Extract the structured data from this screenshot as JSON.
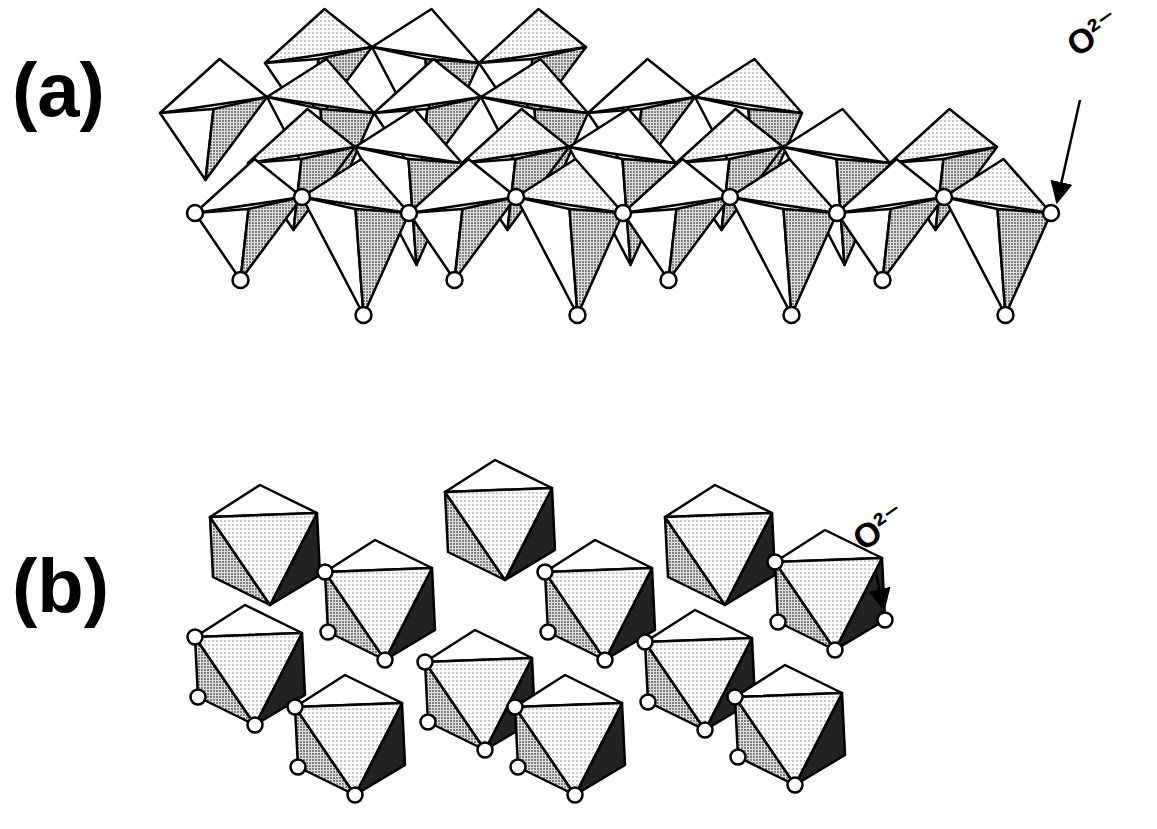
{
  "diagram": {
    "labels": [
      "(a)",
      "O²⁻",
      "(b)",
      "O²⁻"
    ]
  }
}
